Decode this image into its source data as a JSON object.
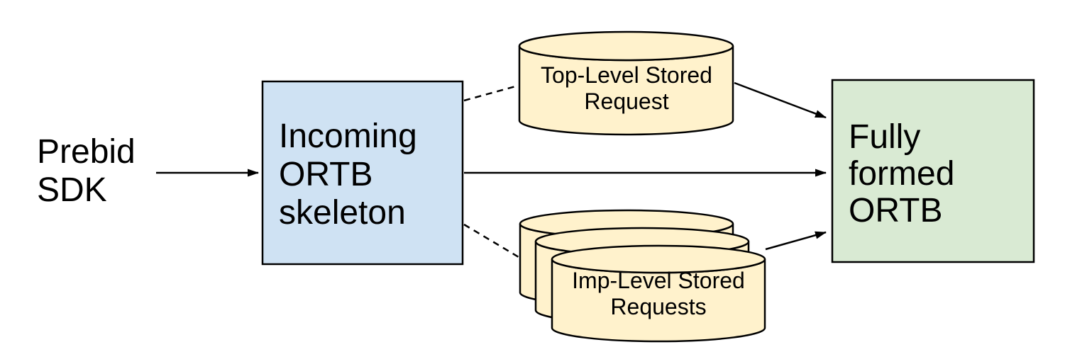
{
  "diagram": {
    "nodes": {
      "prebid_sdk": {
        "label": "Prebid SDK",
        "shape": "text"
      },
      "incoming_ortb_skeleton": {
        "label": "Incoming ORTB skeleton",
        "shape": "rectangle",
        "fill": "#cfe2f3"
      },
      "top_level_stored_request": {
        "label": "Top-Level Stored Request",
        "shape": "cylinder",
        "fill": "#fff2cc"
      },
      "imp_level_stored_requests": {
        "label": "Imp-Level Stored Requests",
        "shape": "cylinder-stack",
        "stack_count": 3,
        "fill": "#fff2cc"
      },
      "fully_formed_ortb": {
        "label": "Fully formed ORTB",
        "shape": "rectangle",
        "fill": "#d9ead3"
      }
    },
    "edges": [
      {
        "from": "prebid_sdk",
        "to": "incoming_ortb_skeleton",
        "style": "solid",
        "arrow": true
      },
      {
        "from": "incoming_ortb_skeleton",
        "to": "top_level_stored_request",
        "style": "dashed",
        "arrow": false
      },
      {
        "from": "incoming_ortb_skeleton",
        "to": "fully_formed_ortb",
        "style": "solid",
        "arrow": true
      },
      {
        "from": "incoming_ortb_skeleton",
        "to": "imp_level_stored_requests",
        "style": "dashed",
        "arrow": false
      },
      {
        "from": "top_level_stored_request",
        "to": "fully_formed_ortb",
        "style": "solid",
        "arrow": true
      },
      {
        "from": "imp_level_stored_requests",
        "to": "fully_formed_ortb",
        "style": "solid",
        "arrow": true
      }
    ]
  },
  "colors": {
    "background": "#ffffff",
    "box_blue": "#cfe2f3",
    "box_green": "#d9ead3",
    "cylinder_cream": "#fff2cc",
    "stroke": "#000000",
    "text": "#000000"
  }
}
